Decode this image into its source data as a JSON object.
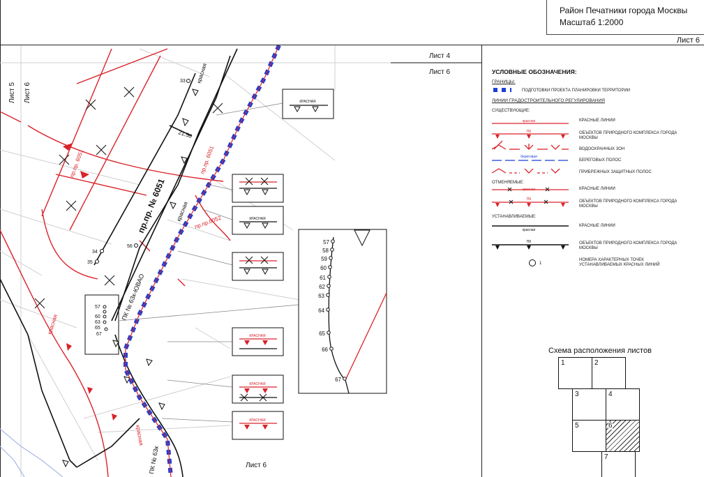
{
  "title_block": {
    "district": "Район Печатники города Москвы",
    "scale": "Масштаб 1:2000",
    "sheet": "Лист 6"
  },
  "map": {
    "sheet_refs": {
      "top_right_upper": "Лист 4",
      "top_right_lower": "Лист 6",
      "left_outer": "Лист 5",
      "left_inner": "Лист 6",
      "bottom": "Лист 6"
    },
    "street_labels": {
      "main": "пр.пр. № 6051",
      "side_red_1": "пр.пр. 6051",
      "side_red_2": "пр.пр. 6051",
      "side_red_3": "пр.пр.6052",
      "pk1": "ПК № 63к-ЮВАО",
      "pk2": "ПК № 63к"
    },
    "dimension": "21.50",
    "krasnaya_labels": [
      "красная",
      "красная",
      "красная",
      "красная"
    ],
    "points_main": [
      "33",
      "34",
      "35",
      "56",
      "57",
      "60",
      "63",
      "65",
      "67"
    ],
    "points_inset": [
      "57",
      "58",
      "59",
      "60",
      "61",
      "62",
      "63",
      "64",
      "65",
      "66",
      "67"
    ],
    "callout_caption": "КРАСНАЯ"
  },
  "legend": {
    "heading": "УСЛОВНЫЕ ОБОЗНАЧЕНИЯ:",
    "borders_title": "ГРАНИЦЫ:",
    "borders_item": "ПОДГОТОВКИ ПРОЕКТА ПЛАНИРОВКИ ТЕРРИТОРИИ",
    "lines_title": "ЛИНИИ ГРАДОСТРОИТЕЛЬНОГО РЕГУЛИРОВАНИЯ",
    "existing_title": "СУЩЕСТВУЮЩИЕ:",
    "existing_items": [
      "КРАСНЫЕ ЛИНИИ",
      "ОБЪЕКТОВ ПРИРОДНОГО КОМПЛЕКСА ГОРОДА МОСКВЫ",
      "ВОДООХРАННЫХ ЗОН",
      "БЕРЕГОВЫХ ПОЛОС",
      "ПРИБРЕЖНЫХ ЗАЩИТНЫХ ПОЛОС"
    ],
    "cancelled_title": "ОТМЕНЯЕМЫЕ:",
    "cancelled_items": [
      "КРАСНЫЕ ЛИНИИ",
      "ОБЪЕКТОВ ПРИРОДНОГО КОМПЛЕКСА ГОРОДА МОСКВЫ"
    ],
    "established_title": "УСТАНАВЛИВАЕМЫЕ:",
    "established_items": [
      "КРАСНЫЕ ЛИНИИ",
      "ОБЪЕКТОВ ПРИРОДНОГО КОМПЛЕКСА ГОРОДА МОСКВЫ"
    ],
    "points_item": "НОМЕРА ХАРАКТЕРНЫХ ТОЧЕК УСТАНАВЛИВАЕМЫХ КРАСНЫХ ЛИНИЙ",
    "point_example": "1",
    "line_captions": {
      "krasnaya": "красная",
      "pk": "ПК",
      "beregovaya": "береговая"
    }
  },
  "sheet_scheme": {
    "title": "Схема расположения листов",
    "cells": [
      "1",
      "2",
      "3",
      "4",
      "5",
      "6",
      "7"
    ],
    "current": "6"
  },
  "colors": {
    "red_line": "#d9232a",
    "blue_border": "#1a3fd6",
    "black_line": "#111111",
    "grid_grey": "#c8c8c8"
  }
}
